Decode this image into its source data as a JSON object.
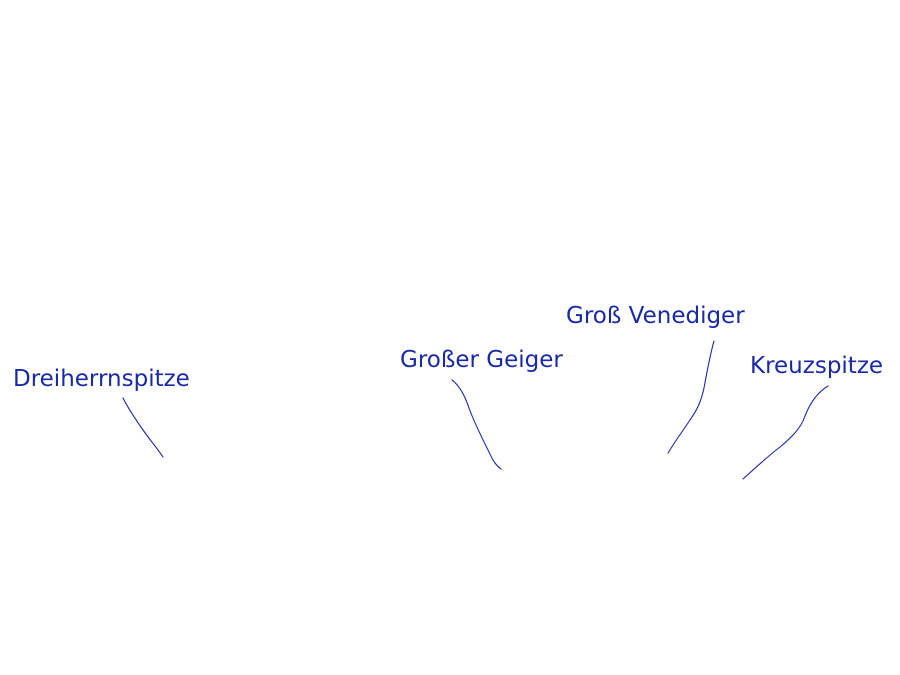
{
  "colors": {
    "background": "#ffffff",
    "label": "#1a2aa6",
    "leader_line": "#1a2aa6"
  },
  "peaks": [
    {
      "id": "dreiherrnspitze",
      "label": "Dreiherrnspitze"
    },
    {
      "id": "grosser-geiger",
      "label": "Großer Geiger"
    },
    {
      "id": "gross-venediger",
      "label": "Groß Venediger"
    },
    {
      "id": "kreuzspitze",
      "label": "Kreuzspitze"
    }
  ]
}
